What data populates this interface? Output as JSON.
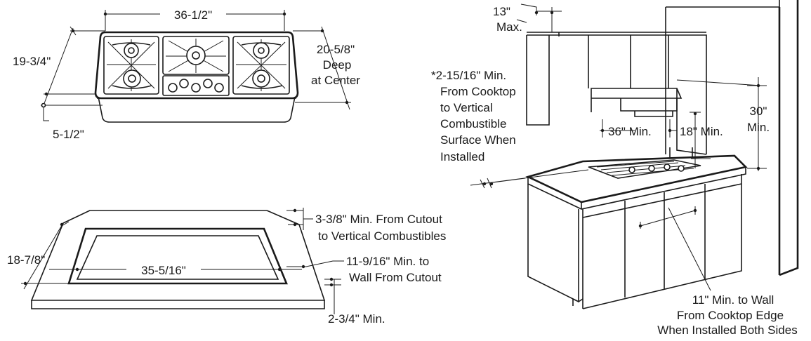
{
  "cooktop": {
    "width": "36-1/2\"",
    "depth": "19-3/4\"",
    "depth_center": [
      "20-5/8\"",
      "Deep",
      "at Center"
    ],
    "height": "5-1/2\""
  },
  "cutout": {
    "depth": "18-7/8\"",
    "width": "35-5/16\"",
    "rear_clearance": [
      "3-3/8\" Min. From Cutout",
      "to Vertical Combustibles"
    ],
    "wall_clearance": [
      "11-9/16\" Min. to",
      "Wall From Cutout"
    ],
    "front_clearance": "2-3/4\" Min."
  },
  "installation": {
    "max_depth": [
      "13\"",
      "Max."
    ],
    "side_surface_note": [
      "*2-15/16\" Min.",
      "From Cooktop",
      "to Vertical",
      "Combustible",
      "Surface When",
      "Installed"
    ],
    "cabinet_width": "36\" Min.",
    "cabinet_height": "18\" Min.",
    "hood_clearance": [
      "30\"",
      "Min."
    ],
    "wall_note": [
      "11\" Min. to Wall",
      "From Cooktop Edge",
      "When Installed Both Sides"
    ]
  }
}
